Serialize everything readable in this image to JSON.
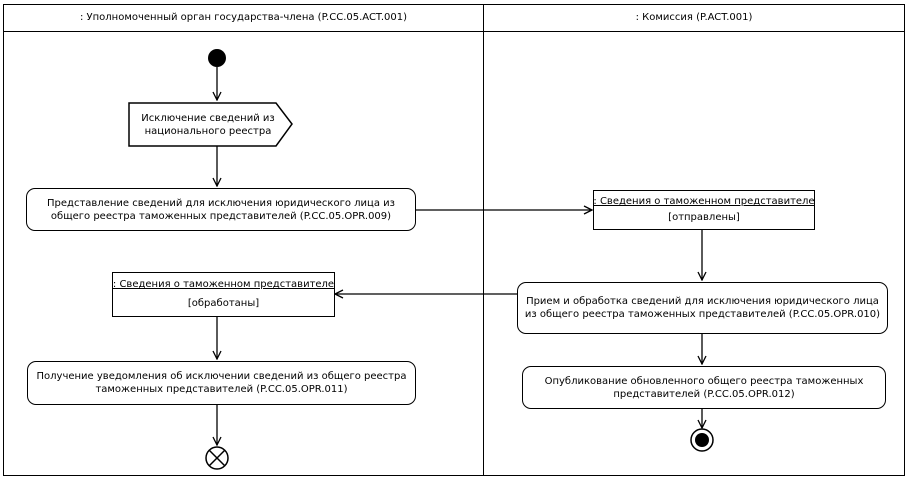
{
  "swimlanes": {
    "left_title": ": Уполномоченный орган государства-члена  (P.CC.05.ACT.001)",
    "right_title": ": Комиссия (P.ACT.001)"
  },
  "left": {
    "signal_exclusion": "Исключение сведений из национального реестра",
    "action_submit": "Представление сведений для исключения юридического лица из общего реестра таможенных представителей (P.CC.05.OPR.009)",
    "object_processed_name": ": Сведения о таможенном представителе",
    "object_processed_state": "[обработаны]",
    "action_receive_notice": "Получение уведомления об исключении сведений из общего реестра таможенных представителей (P.CC.05.OPR.011)"
  },
  "right": {
    "object_sent_name": ": Сведения о таможенном представителе",
    "object_sent_state": "[отправлены]",
    "action_receive_process": "Прием и обработка сведений для исключения юридического лица из общего реестра таможенных представителей (P.CC.05.OPR.010)",
    "action_publish": "Опубликование обновленного общего реестра таможенных представителей (P.CC.05.OPR.012)"
  }
}
